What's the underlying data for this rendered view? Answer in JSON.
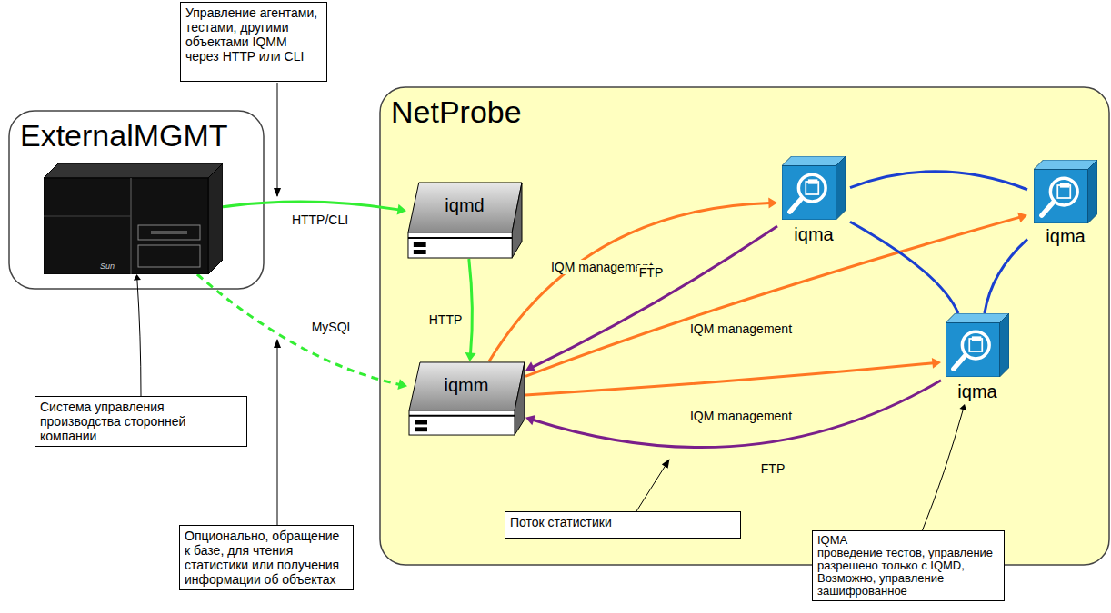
{
  "diagram": {
    "nodes": [
      {
        "text": [
          "ExternalMGMT"
        ]
      },
      {
        "text": [
          "Sun"
        ],
        "in": 0
      },
      {
        "text": [
          "NetProbe"
        ]
      },
      {
        "text": [
          "iqmd"
        ],
        "in": 2
      },
      {
        "text": [
          "iqmm"
        ],
        "in": 2
      },
      {
        "text": [
          "iqma"
        ],
        "in": 2
      },
      {
        "text": [
          "iqma"
        ],
        "in": 2
      },
      {
        "text": [
          "iqma"
        ],
        "in": 2
      },
      {
        "text": [
          "Управление агентами, тестами, другими объектами IQMM через HTTP или CLI"
        ]
      },
      {
        "text": [
          "Система управления производства сторонней компании"
        ]
      },
      {
        "text": [
          "Опционально, обращение к базе, для чтения статистики или получения информации об объектах"
        ]
      },
      {
        "text": [
          "Поток статистики"
        ]
      },
      {
        "text": [
          "IQMA",
          "проведение тестов, управление разрешено только с IQMD, Возможно, управление зашифрованное"
        ]
      }
    ],
    "edges": [
      {
        "from": 1,
        "to": 3,
        "label": "HTTP/CLI",
        "arrow": "to"
      },
      {
        "from": 1,
        "to": 4,
        "label": "MySQL",
        "arrow": "to"
      },
      {
        "from": 3,
        "to": 4,
        "label": "HTTP",
        "arrow": "to"
      },
      {
        "from": 4,
        "to": 5,
        "label": "IQM management",
        "arrow": "to"
      },
      {
        "from": 4,
        "to": 6,
        "label": "IQM management",
        "arrow": "to"
      },
      {
        "from": 4,
        "to": 7,
        "label": "IQM management",
        "arrow": "to"
      },
      {
        "from": 5,
        "to": 4,
        "label": "FTP",
        "arrow": "to"
      },
      {
        "from": 7,
        "to": 4,
        "label": "FTP",
        "arrow": "to"
      },
      {
        "from": 5,
        "to": 6,
        "arrow": "none"
      },
      {
        "from": 5,
        "to": 7,
        "arrow": "none"
      },
      {
        "from": 7,
        "to": 6,
        "arrow": "none"
      },
      {
        "from": 9,
        "to": 1,
        "arrow": "to"
      },
      {
        "from": 12,
        "to": 7,
        "arrow": "to"
      }
    ]
  }
}
